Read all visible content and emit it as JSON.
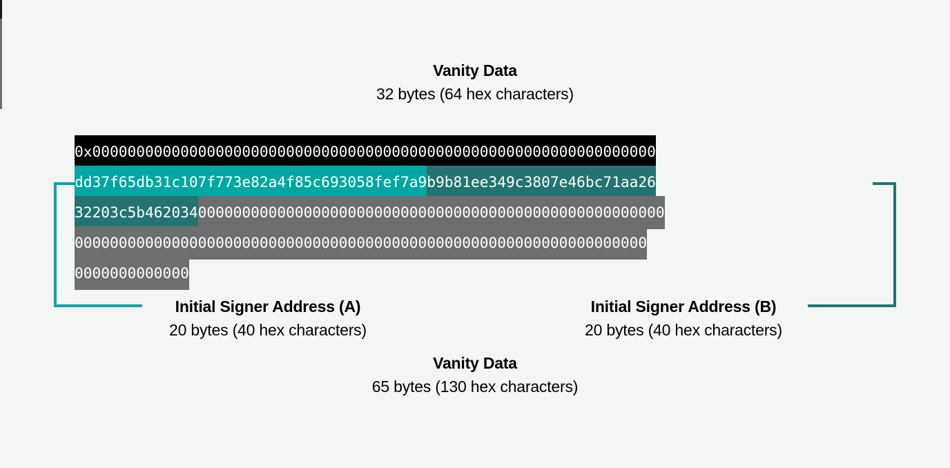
{
  "colors": {
    "background": "#f4f5f5",
    "vanity_top": "#000000",
    "address_a": "#00a7a2",
    "address_b": "#237370",
    "vanity_bottom": "#6d6e70",
    "text": "#ffffff"
  },
  "captions": {
    "top": {
      "title": "Vanity Data",
      "subtitle": "32 bytes (64 hex characters)"
    },
    "bottom": {
      "title": "Vanity Data",
      "subtitle": "65 bytes (130 hex characters)"
    },
    "address_a": {
      "title": "Initial Signer Address (A)",
      "subtitle": "20 bytes (40 hex characters)"
    },
    "address_b": {
      "title": "Initial Signer Address (B)",
      "subtitle": "20 bytes (40 hex characters)"
    }
  },
  "hex_block": {
    "rows": [
      {
        "segments": [
          {
            "kind": "vanity-top",
            "text": "0x0000000000000000000000000000000000000000000000000000000000000000"
          }
        ]
      },
      {
        "segments": [
          {
            "kind": "address-a",
            "text": "dd37f65db31c107f773e82a4f85c693058fef7a9"
          },
          {
            "kind": "address-b",
            "text": "b9b81ee349c3807e46bc71aa26"
          }
        ]
      },
      {
        "segments": [
          {
            "kind": "address-b",
            "text": "32203c5b462034"
          },
          {
            "kind": "vanity-bottom",
            "text": "00000000000000000000000000000000000000000000000000000"
          }
        ]
      },
      {
        "segments": [
          {
            "kind": "vanity-bottom",
            "text": "00000000000000000000000000000000000000000000000000000000000000000"
          }
        ]
      },
      {
        "segments": [
          {
            "kind": "vanity-bottom",
            "text": "0000000000000"
          }
        ]
      }
    ]
  }
}
